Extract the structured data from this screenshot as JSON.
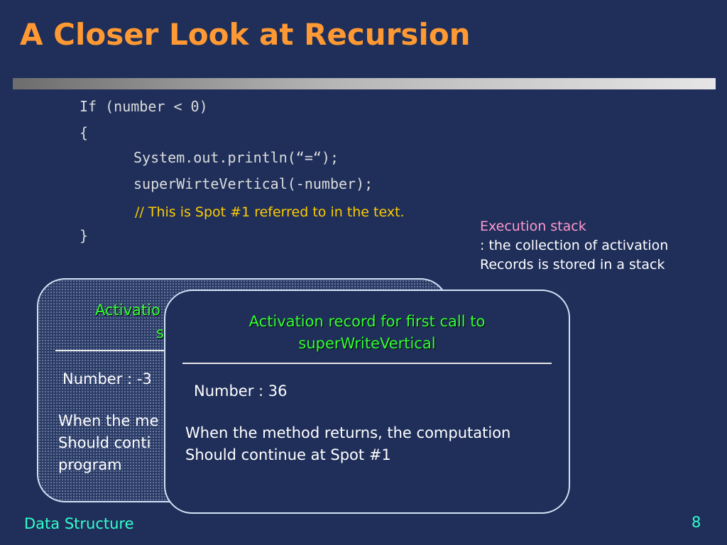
{
  "slide": {
    "title": "A Closer Look at Recursion",
    "footer": "Data Structure",
    "page_number": "8"
  },
  "code": {
    "lines": [
      "If (number < 0)",
      "{",
      "System.out.println(“=“);",
      "superWirteVertical(-number);",
      "}"
    ],
    "comment": "// This is Spot #1 referred to in the text."
  },
  "note": {
    "heading": "Execution stack",
    "line1": ": the collection of activation",
    "line2": "Records is stored in a stack"
  },
  "record_back": {
    "title_line1": "Activatio",
    "title_line2": "s",
    "number": "Number : -3",
    "return_line1": "When the me",
    "return_line2": "Should conti",
    "return_line3": "program"
  },
  "record_front": {
    "title_line1": "Activation record for first call to",
    "title_line2": "superWriteVertical",
    "number": "Number : 36",
    "return_line1": "When the method returns, the computation",
    "return_line2": "Should continue at Spot #1"
  },
  "colors": {
    "background": "#1f2f5a",
    "title": "#ff9933",
    "comment": "#ffcc00",
    "record_title": "#33ff33",
    "note_heading": "#ff99cc",
    "footer": "#33ffcc"
  }
}
